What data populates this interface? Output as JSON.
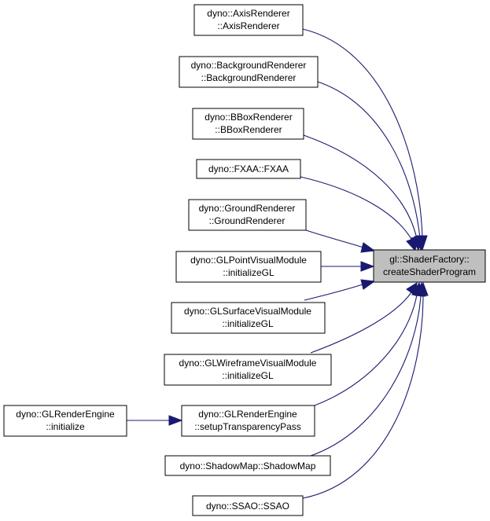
{
  "diagram": {
    "kind": "doxygen-caller-graph",
    "colors": {
      "edge": "#191970",
      "node_border": "#000000",
      "focus_fill": "#bfbfbf",
      "node_fill": "#ffffff"
    },
    "target": {
      "id": "target",
      "lines": [
        "gl::ShaderFactory::",
        "createShaderProgram"
      ]
    },
    "nodes": [
      {
        "id": "axis",
        "lines": [
          "dyno::AxisRenderer",
          "::AxisRenderer"
        ]
      },
      {
        "id": "background",
        "lines": [
          "dyno::BackgroundRenderer",
          "::BackgroundRenderer"
        ]
      },
      {
        "id": "bbox",
        "lines": [
          "dyno::BBoxRenderer",
          "::BBoxRenderer"
        ]
      },
      {
        "id": "fxaa",
        "lines": [
          "dyno::FXAA::FXAA"
        ]
      },
      {
        "id": "ground",
        "lines": [
          "dyno::GroundRenderer",
          "::GroundRenderer"
        ]
      },
      {
        "id": "point",
        "lines": [
          "dyno::GLPointVisualModule",
          "::initializeGL"
        ]
      },
      {
        "id": "surface",
        "lines": [
          "dyno::GLSurfaceVisualModule",
          "::initializeGL"
        ]
      },
      {
        "id": "wireframe",
        "lines": [
          "dyno::GLWireframeVisualModule",
          "::initializeGL"
        ]
      },
      {
        "id": "transparency",
        "lines": [
          "dyno::GLRenderEngine",
          "::setupTransparencyPass"
        ]
      },
      {
        "id": "shadowmap",
        "lines": [
          "dyno::ShadowMap::ShadowMap"
        ]
      },
      {
        "id": "ssao",
        "lines": [
          "dyno::SSAO::SSAO"
        ]
      },
      {
        "id": "initialize",
        "lines": [
          "dyno::GLRenderEngine",
          "::initialize"
        ]
      }
    ],
    "edges": [
      {
        "from": "axis",
        "to": "target"
      },
      {
        "from": "background",
        "to": "target"
      },
      {
        "from": "bbox",
        "to": "target"
      },
      {
        "from": "fxaa",
        "to": "target"
      },
      {
        "from": "ground",
        "to": "target"
      },
      {
        "from": "point",
        "to": "target"
      },
      {
        "from": "surface",
        "to": "target"
      },
      {
        "from": "wireframe",
        "to": "target"
      },
      {
        "from": "transparency",
        "to": "target"
      },
      {
        "from": "shadowmap",
        "to": "target"
      },
      {
        "from": "ssao",
        "to": "target"
      },
      {
        "from": "initialize",
        "to": "transparency"
      }
    ]
  }
}
